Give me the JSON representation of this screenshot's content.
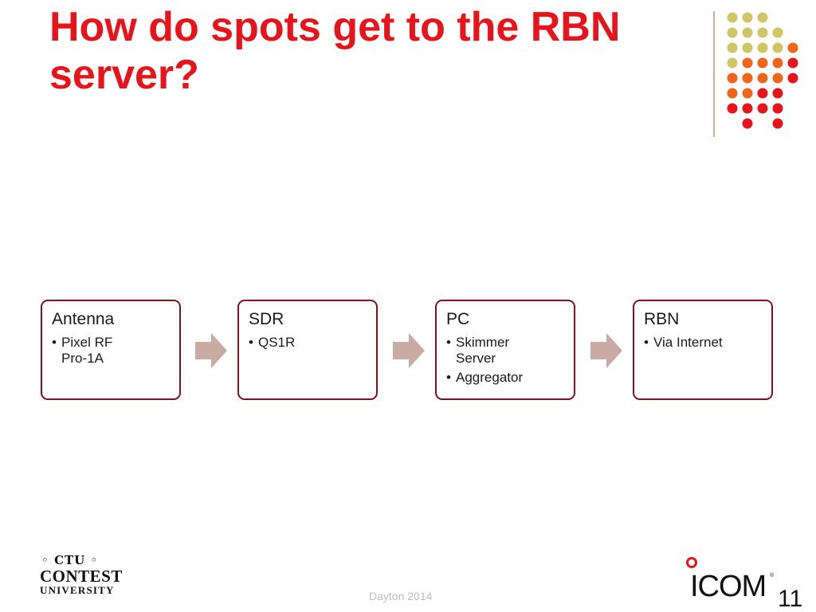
{
  "slide": {
    "title": "How do spots get to the RBN server?",
    "footer": "Dayton 2014",
    "slide_number": "11"
  },
  "flow": [
    {
      "title": "Antenna",
      "bullets": [
        "Pixel RF Pro-1A"
      ]
    },
    {
      "title": "SDR",
      "bullets": [
        "QS1R"
      ]
    },
    {
      "title": "PC",
      "bullets": [
        "Skimmer Server",
        "Aggregator"
      ]
    },
    {
      "title": "RBN",
      "bullets": [
        "Via Internet"
      ]
    }
  ],
  "logos": {
    "ctu_mark": "◦ CTU ◦",
    "ctu_line1": "CONTEST",
    "ctu_line2": "UNIVERSITY",
    "icom": "ICOM"
  },
  "colors": {
    "title": "#e8141b",
    "box_border": "#7a1422",
    "arrow": "#c9aaa4",
    "dot_olive": "#cfc766",
    "dot_orange": "#f0651a",
    "dot_red": "#e8141b"
  },
  "icons": {
    "arrow": "right-arrow-icon",
    "dots": "dot-grid-decoration"
  }
}
